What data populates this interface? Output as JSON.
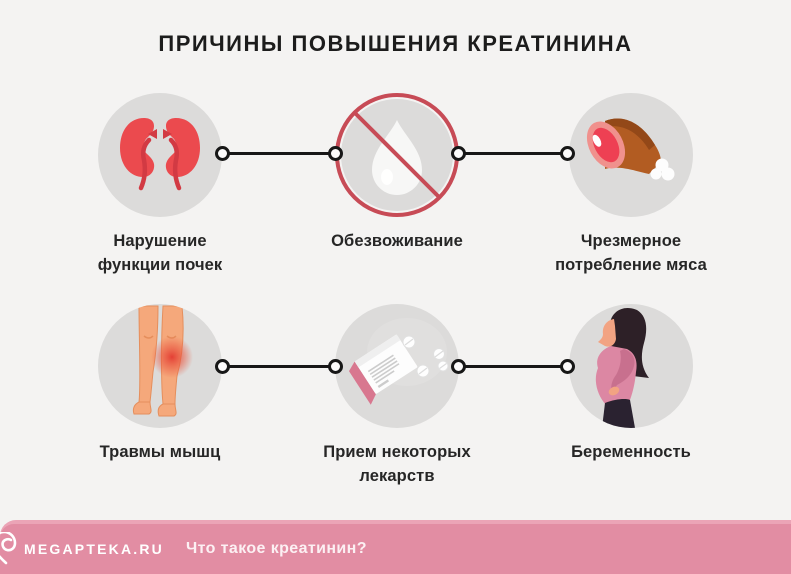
{
  "title": "ПРИЧИНЫ ПОВЫШЕНИЯ КРЕАТИНИНА",
  "causes": [
    {
      "label": "Нарушение\nфункции почек",
      "icon": "kidneys-icon"
    },
    {
      "label": "Обезвоживание",
      "icon": "no-water-drop-icon"
    },
    {
      "label": "Чрезмерное\nпотребление мяса",
      "icon": "meat-icon"
    },
    {
      "label": "Травмы мышц",
      "icon": "injured-legs-icon"
    },
    {
      "label": "Прием некоторых\nлекарств",
      "icon": "medicine-box-icon"
    },
    {
      "label": "Беременность",
      "icon": "pregnant-woman-icon"
    }
  ],
  "footer": {
    "brand": "MEGAPTEKA.RU",
    "question": "Что такое креатинин?",
    "logo_icon": "megapteka-pin-logo-icon"
  },
  "colors": {
    "background": "#f4f3f2",
    "circle_gray": "#dcdbda",
    "prohibition_red": "#c74b56",
    "kidney_red": "#eb4a4e",
    "footer_pink": "#e28da3",
    "footer_strip_pink": "#eba4b6",
    "connector_black": "#171717",
    "text_dark": "#262626"
  }
}
